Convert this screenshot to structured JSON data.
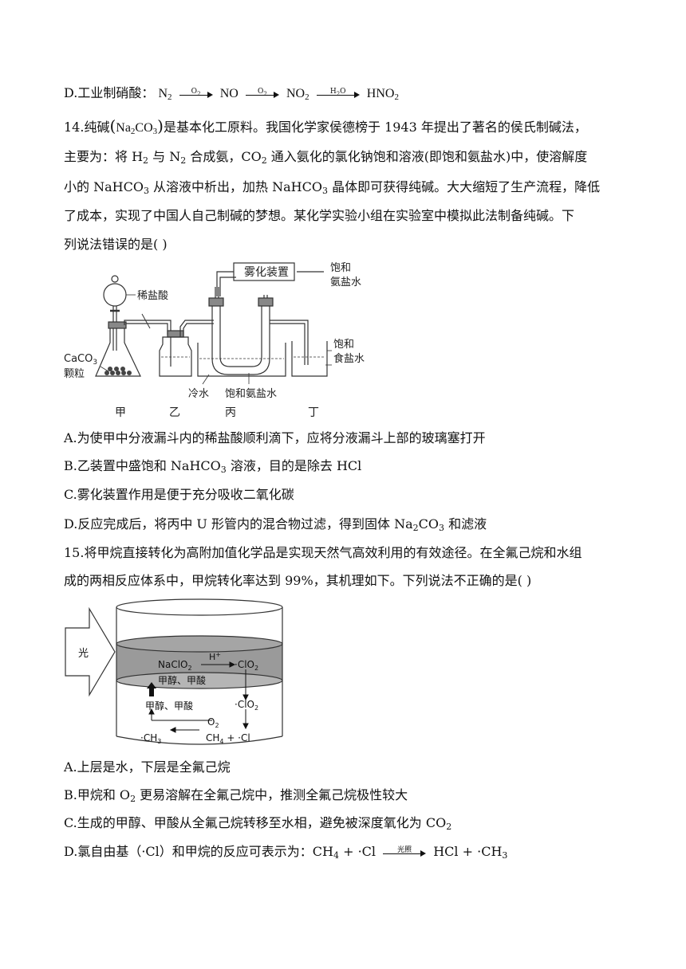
{
  "q13_option_d": {
    "prefix": "D.工业制硝酸：",
    "s1": "N",
    "s1_sub": "2",
    "a1": "O",
    "a1_sub": "2",
    "s2": "NO",
    "a2": "O",
    "a2_sub": "2",
    "s3": "NO",
    "s3_sub": "2",
    "a3": "H",
    "a3_sub": "2",
    "a3_tail": "O",
    "s4": "HNO",
    "s4_sub": "2"
  },
  "q14": {
    "l1_a": "14.纯碱",
    "l1_formula_a": "Na",
    "l1_formula_sub1": "2",
    "l1_formula_b": "CO",
    "l1_formula_sub2": "3",
    "l1_b": "是基本化工原料。我国化学家侯德榜于 1943 年提出了著名的侯氏制碱法，",
    "l2_a": "主要为：将 H",
    "l2_sub1": "2",
    "l2_b": " 与 N",
    "l2_sub2": "2",
    "l2_c": " 合成氨，CO",
    "l2_sub3": "2",
    "l2_d": " 通入氨化的氯化钠饱和溶液(即饱和氨盐水)中，使溶解度",
    "l3_a": "小的 NaHCO",
    "l3_sub1": "3",
    "l3_b": " 从溶液中析出，加热 NaHCO",
    "l3_sub2": "3",
    "l3_c": " 晶体即可获得纯碱。大大缩短了生产流程，降低",
    "l4": "了成本，实现了中国人自己制碱的梦想。某化学实验小组在实验室中模拟此法制备纯碱。下",
    "l5": "列说法错误的是(    )",
    "figure": {
      "atomizer": "雾化装置",
      "sat1": "饱和",
      "sat1b": "氨盐水",
      "hcl": "稀盐酸",
      "caco3": "CaCO",
      "caco3_sub": "3",
      "granules": "颗粒",
      "cold_water": "冷水",
      "sat_brine": "饱和氨盐水",
      "sat2": "饱和",
      "sat2b": "食盐水",
      "jia": "甲",
      "yi": "乙",
      "bing": "丙",
      "ding": "丁"
    },
    "optA": "A.为使甲中分液漏斗内的稀盐酸顺利滴下，应将分液漏斗上部的玻璃塞打开",
    "optB_a": "B.乙装置中盛饱和 NaHCO",
    "optB_sub": "3",
    "optB_b": " 溶液，目的是除去 HCl",
    "optC": "C.雾化装置作用是便于充分吸收二氧化碳",
    "optD_a": "D.反应完成后，将丙中 U 形管内的混合物过滤，得到固体 Na",
    "optD_sub1": "2",
    "optD_b": "CO",
    "optD_sub2": "3",
    "optD_c": " 和滤液"
  },
  "q15": {
    "l1": "15.将甲烷直接转化为高附加值化学品是实现天然气高效利用的有效途径。在全氟己烷和水组",
    "l2": "成的两相反应体系中，甲烷转化率达到 99%，其机理如下。下列说法不正确的是(    )",
    "figure": {
      "light": "光",
      "naclo2": "NaClO",
      "naclo2_sub": "2",
      "hplus": "H",
      "hplus_sup": "+",
      "clo2_top": "·ClO",
      "clo2_top_sub": "2",
      "products_top": "甲醇、甲酸",
      "products_bot": "甲醇、甲酸",
      "clo2_bot": "·ClO",
      "clo2_bot_sub": "2",
      "o2": "O",
      "o2_sub": "2",
      "ch3": "·CH",
      "ch3_sub": "3",
      "ch4cl": "CH",
      "ch4cl_sub": "4",
      "ch4cl_tail": " + ·Cl"
    },
    "optA": "A.上层是水，下层是全氟己烷",
    "optB_a": "B.甲烷和 O",
    "optB_sub": "2",
    "optB_b": " 更易溶解在全氟己烷中，推测全氟己烷极性较大",
    "optC_a": "C.生成的甲醇、甲酸从全氟己烷转移至水相，避免被深度氧化为 CO",
    "optC_sub": "2",
    "optD_a": "D.氯自由基（·Cl）和甲烷的反应可表示为：CH",
    "optD_sub": "4",
    "optD_b": " + ·Cl",
    "optD_arrow": "光照",
    "optD_c": "HCl + ·CH",
    "optD_sub2": "3"
  }
}
